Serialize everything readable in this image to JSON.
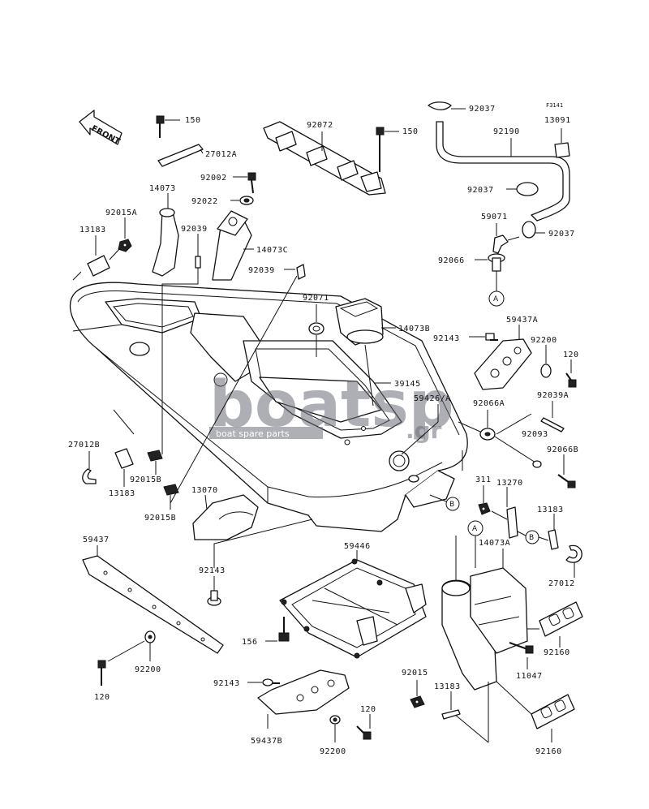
{
  "front_label": "FRONT",
  "figure_code": "F3141",
  "watermark": {
    "brand": "boatsp",
    "suffix": ".gr",
    "tagline": "boat spare parts"
  },
  "refs": {
    "a": "A",
    "b": "B"
  },
  "parts": {
    "p150a": "150",
    "p27012a": "27012A",
    "p92072": "92072",
    "p150b": "150",
    "p92037a": "92037",
    "p13091": "13091",
    "p92190": "92190",
    "p14073": "14073",
    "p92002": "92002",
    "p92022": "92022",
    "p92015a": "92015A",
    "p92039a": "92039",
    "p92037b": "92037",
    "p13183a": "13183",
    "p14073c": "14073C",
    "p59071": "59071",
    "p92037c": "92037",
    "p92039b": "92039",
    "p92066": "92066",
    "p92071": "92071",
    "p14073b": "14073B",
    "p59437a": "59437A",
    "p92143a": "92143",
    "p92200a": "92200",
    "p120a": "120",
    "p39145": "39145",
    "p59426": "59426/A",
    "p92066a": "92066A",
    "p92039c": "92039A",
    "p92093": "92093",
    "p27012b": "27012B",
    "p92066b": "92066B",
    "p92015b1": "92015B",
    "p13183b": "13183",
    "p311": "311",
    "p13270": "13270",
    "p13070": "13070",
    "p92015b2": "92015B",
    "p13183c": "13183",
    "p14073a": "14073A",
    "p27012": "27012",
    "p59437": "59437",
    "p59446": "59446",
    "p92143b": "92143",
    "p156": "156",
    "p92160a": "92160",
    "p11047": "11047",
    "p92200b": "92200",
    "p120b": "120",
    "p92143c": "92143",
    "p92015": "92015",
    "p13183d": "13183",
    "p120c": "120",
    "p59437b": "59437B",
    "p92200c": "92200",
    "p92160b": "92160"
  }
}
